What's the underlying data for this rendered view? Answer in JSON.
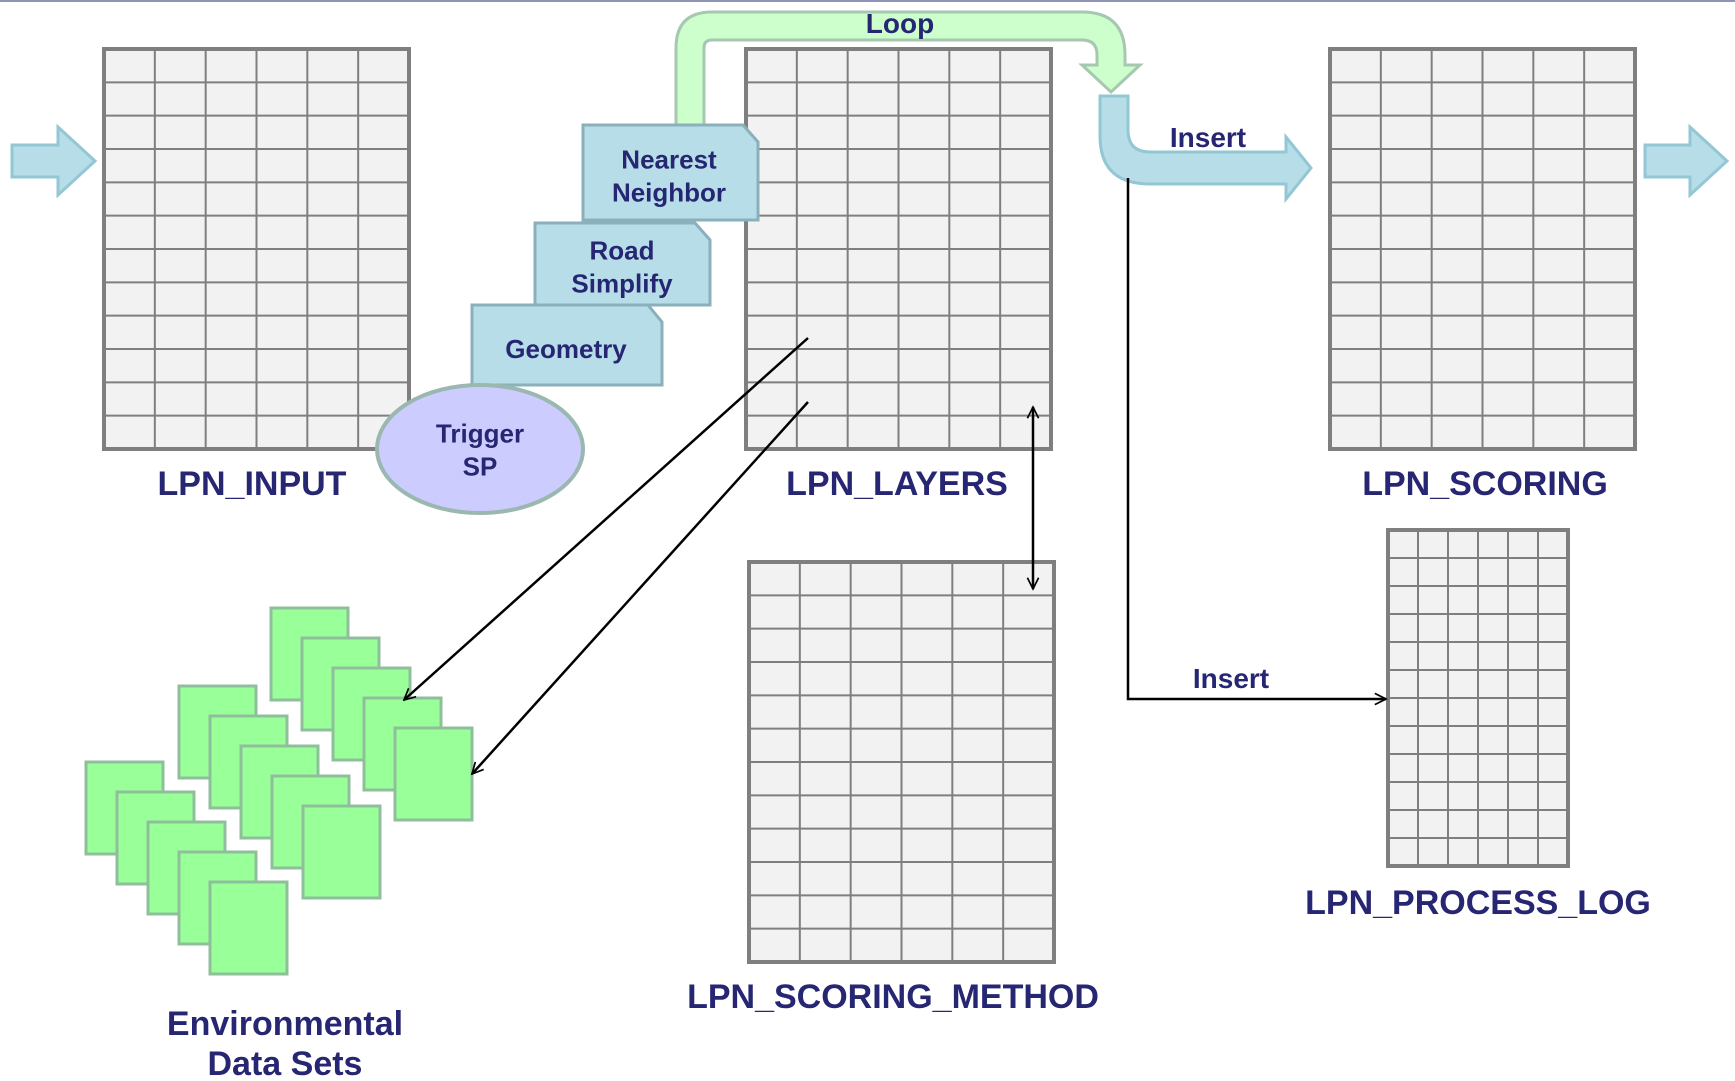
{
  "tables": {
    "input": "LPN_INPUT",
    "layers": "LPN_LAYERS",
    "scoring": "LPN_SCORING",
    "scoring_method": "LPN_SCORING_METHOD",
    "process_log": "LPN_PROCESS_LOG"
  },
  "steps": {
    "nearest_neighbor": [
      "Nearest",
      "Neighbor"
    ],
    "road_simplify": [
      "Road",
      "Simplify"
    ],
    "geometry": "Geometry",
    "trigger_sp": [
      "Trigger",
      "SP"
    ]
  },
  "flows": {
    "loop": "Loop",
    "insert_scoring": "Insert",
    "insert_log": "Insert"
  },
  "datasets": {
    "label_line1": "Environmental",
    "label_line2": "Data Sets"
  },
  "colors": {
    "text": "#262673",
    "grid_fill": "#f2f2f2",
    "grid_line": "#7f7f7f",
    "dataset_fill": "#99ff99",
    "step_fill": "#b7dee8",
    "trigger_fill": "#ccccff",
    "loop_fill": "#ccffcc",
    "arrow_fill": "#b7dee8"
  }
}
